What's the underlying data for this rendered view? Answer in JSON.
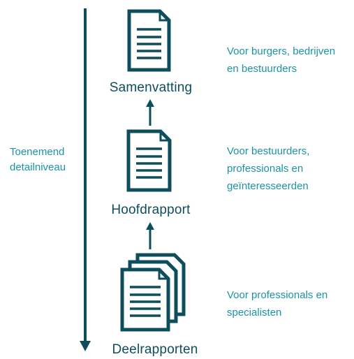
{
  "axis": {
    "label_line1": "Toenemend",
    "label_line2": "detailniveau"
  },
  "colors": {
    "primary": "#0e4d5c",
    "text": "#1b93a6"
  },
  "levels": [
    {
      "title": "Samenvatting",
      "audience_line1": "Voor burgers, bedrijven",
      "audience_line2": "en bestuurders",
      "icon": "single-document-icon"
    },
    {
      "title": "Hoofdrapport",
      "audience_line1": "Voor bestuurders,",
      "audience_line2": "professionals en",
      "audience_line3": "geïnteresseerden",
      "icon": "single-document-icon"
    },
    {
      "title": "Deelrapporten",
      "audience_line1": "Voor professionals en",
      "audience_line2": "specialisten",
      "icon": "document-stack-icon"
    }
  ]
}
